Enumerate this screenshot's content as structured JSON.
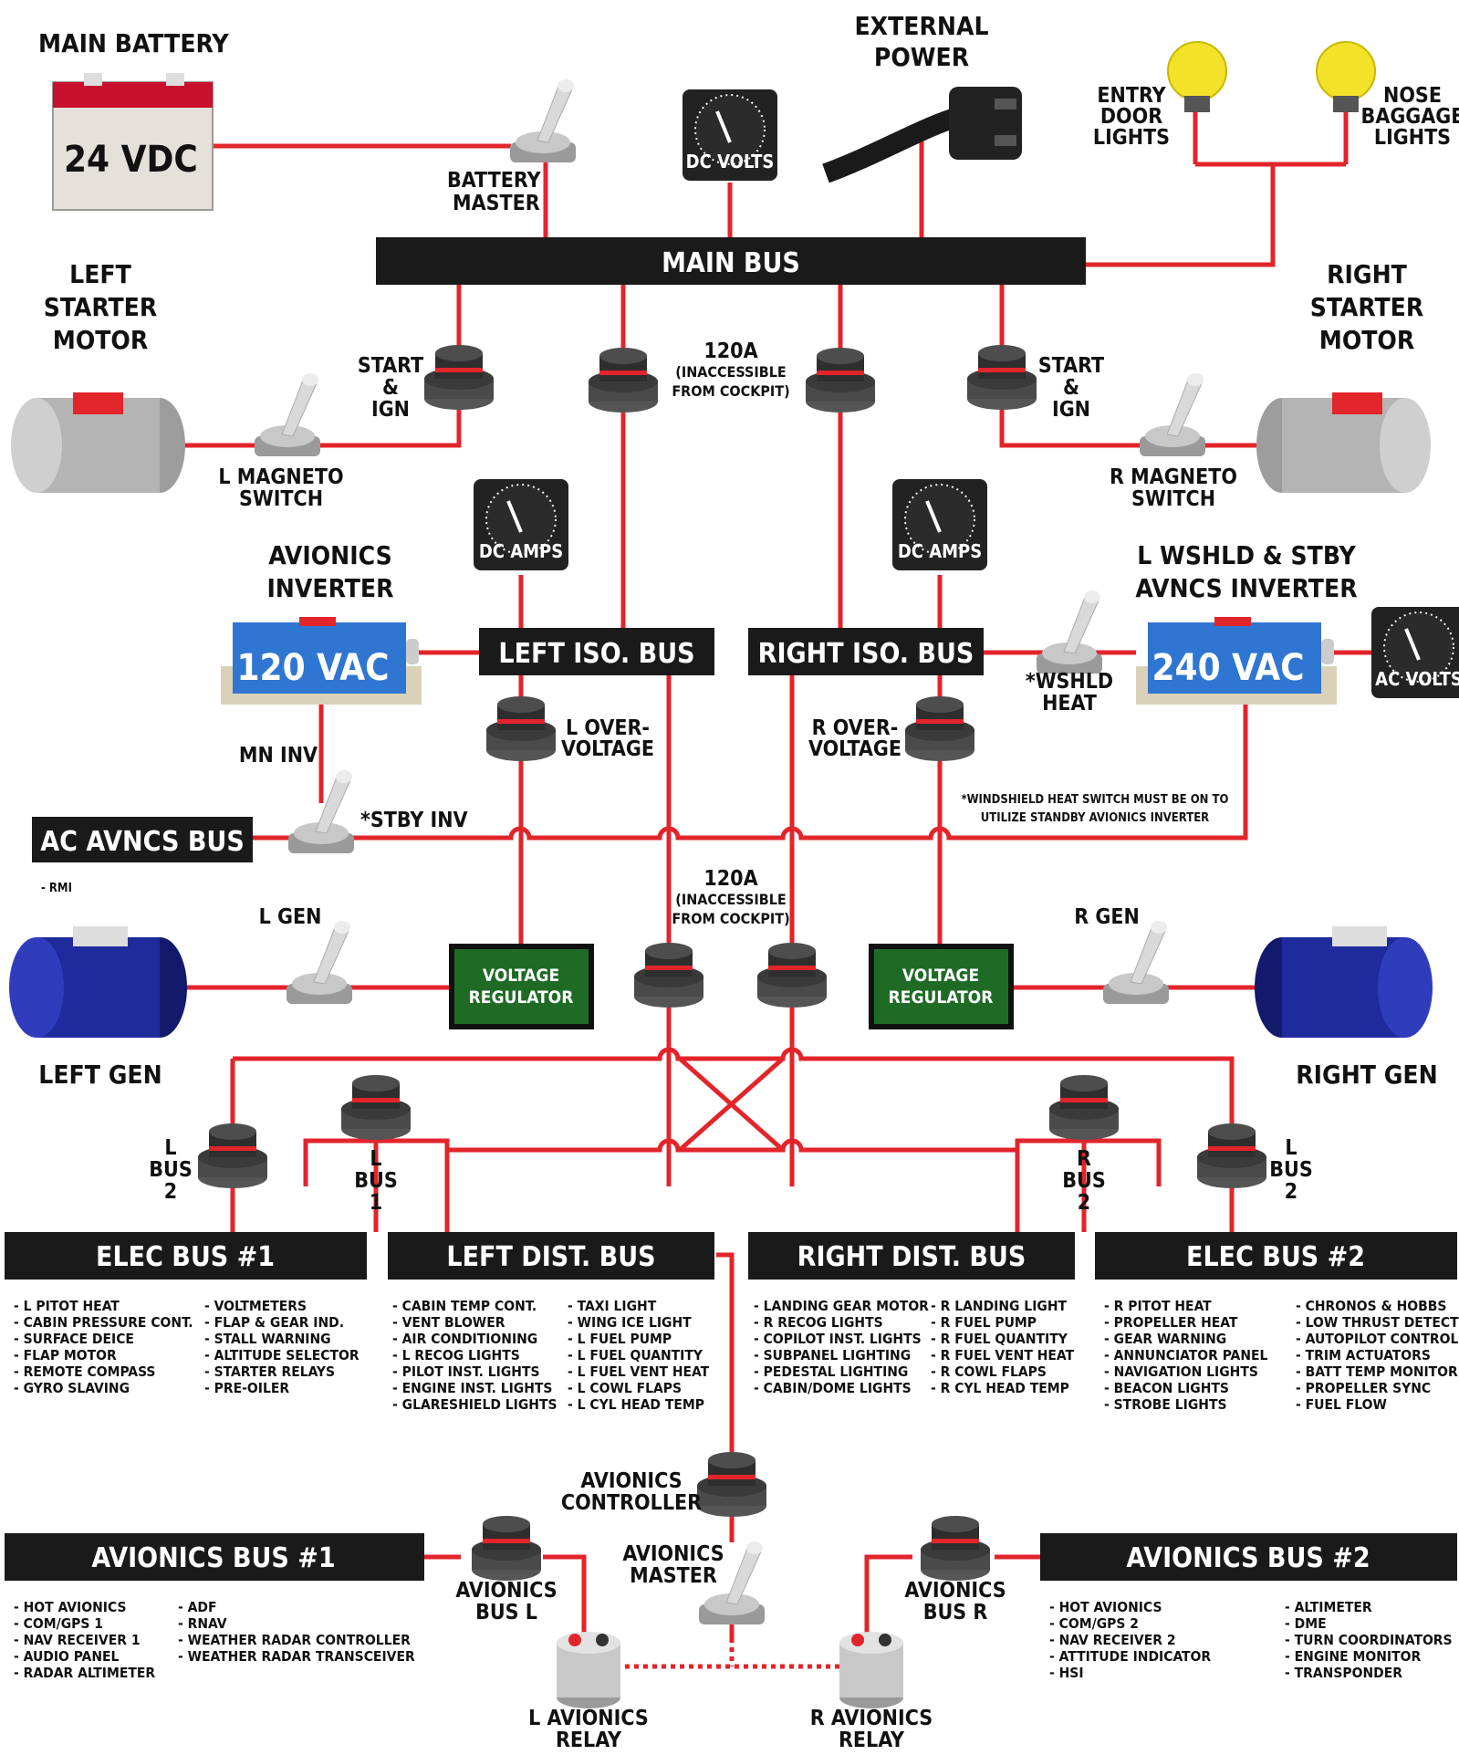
{
  "colors": {
    "wire": "#e2242b",
    "bus": "#1a1a1a",
    "inverter": "#2f76d2",
    "regulator": "#1f6b26",
    "battery_top": "#c8102e",
    "lamp": "#f3e12a"
  },
  "labels": {
    "main_battery": "MAIN BATTERY",
    "battery_voltage": "24 VDC",
    "battery_master": [
      "BATTERY",
      "MASTER"
    ],
    "dc_volts": "DC VOLTS",
    "external_power": [
      "EXTERNAL",
      "POWER"
    ],
    "entry_door_lights": [
      "ENTRY",
      "DOOR",
      "LIGHTS"
    ],
    "nose_baggage_lights": [
      "NOSE",
      "BAGGAGE",
      "LIGHTS"
    ],
    "left_starter_motor": [
      "LEFT",
      "STARTER",
      "MOTOR"
    ],
    "right_starter_motor": [
      "RIGHT",
      "STARTER",
      "MOTOR"
    ],
    "start_ign_left": [
      "START",
      "&",
      "IGN"
    ],
    "start_ign_right": [
      "START",
      "&",
      "IGN"
    ],
    "cb_120a_top": [
      "120A",
      "(INACCESSIBLE",
      "FROM COCKPIT)"
    ],
    "cb_120a_mid": [
      "120A",
      "(INACCESSIBLE",
      "FROM COCKPIT)"
    ],
    "l_magneto_switch": [
      "L MAGNETO",
      "SWITCH"
    ],
    "r_magneto_switch": [
      "R MAGNETO",
      "SWITCH"
    ],
    "dc_amps_left": "DC AMPS",
    "dc_amps_right": "DC AMPS",
    "avionics_inverter": [
      "AVIONICS",
      "INVERTER"
    ],
    "avionics_inverter_voltage": "120 VAC",
    "wshld_inverter": [
      "L WSHLD & STBY",
      "AVNCS INVERTER"
    ],
    "wshld_inverter_voltage": "240 VAC",
    "ac_volts": "AC VOLTS",
    "wshld_heat": [
      "*WSHLD",
      "HEAT"
    ],
    "l_overvoltage": [
      "L OVER-",
      "VOLTAGE"
    ],
    "r_overvoltage": [
      "R OVER-",
      "VOLTAGE"
    ],
    "mn_inv": "MN INV",
    "stby_inv": "*STBY INV",
    "windshield_note": [
      "*WINDSHIELD HEAT SWITCH MUST BE ON TO",
      "UTILIZE STANDBY AVIONICS INVERTER"
    ],
    "rmi": "- RMI",
    "l_gen_switch": "L GEN",
    "r_gen_switch": "R GEN",
    "voltage_regulator_left": [
      "VOLTAGE",
      "REGULATOR"
    ],
    "voltage_regulator_right": [
      "VOLTAGE",
      "REGULATOR"
    ],
    "left_gen": "LEFT GEN",
    "right_gen": "RIGHT GEN",
    "l_bus_2": [
      "L",
      "BUS",
      "2"
    ],
    "l_bus_1": [
      "L",
      "BUS",
      "1"
    ],
    "r_bus_2": [
      "R",
      "BUS",
      "2"
    ],
    "l_bus_2_right": [
      "L",
      "BUS",
      "2"
    ],
    "avionics_controller": [
      "AVIONICS",
      "CONTROLLER"
    ],
    "avionics_master": [
      "AVIONICS",
      "MASTER"
    ],
    "avionics_bus_l": [
      "AVIONICS",
      "BUS L"
    ],
    "avionics_bus_r": [
      "AVIONICS",
      "BUS R"
    ],
    "l_avionics_relay": [
      "L AVIONICS",
      "RELAY"
    ],
    "r_avionics_relay": [
      "R AVIONICS",
      "RELAY"
    ]
  },
  "buses": {
    "main_bus": "MAIN BUS",
    "left_iso_bus": "LEFT ISO. BUS",
    "right_iso_bus": "RIGHT ISO. BUS",
    "ac_avncs_bus": "AC AVNCS BUS",
    "elec_bus_1": "ELEC BUS #1",
    "left_dist_bus": "LEFT DIST. BUS",
    "right_dist_bus": "RIGHT DIST. BUS",
    "elec_bus_2": "ELEC BUS #2",
    "avionics_bus_1": "AVIONICS BUS #1",
    "avionics_bus_2": "AVIONICS BUS #2"
  },
  "loads": {
    "elec_bus_1_a": [
      "- L PITOT HEAT",
      "- CABIN PRESSURE CONT.",
      "- SURFACE DEICE",
      "- FLAP MOTOR",
      "- REMOTE COMPASS",
      "- GYRO SLAVING"
    ],
    "elec_bus_1_b": [
      "- VOLTMETERS",
      "- FLAP & GEAR IND.",
      "- STALL WARNING",
      "- ALTITUDE SELECTOR",
      "- STARTER RELAYS",
      "- PRE-OILER"
    ],
    "left_dist_a": [
      "- CABIN TEMP CONT.",
      "- VENT BLOWER",
      "- AIR CONDITIONING",
      "- L RECOG LIGHTS",
      "- PILOT INST. LIGHTS",
      "- ENGINE INST. LIGHTS",
      "- GLARESHIELD LIGHTS"
    ],
    "left_dist_b": [
      "- TAXI LIGHT",
      "- WING ICE LIGHT",
      "- L FUEL PUMP",
      "- L FUEL QUANTITY",
      "- L FUEL VENT HEAT",
      "- L COWL FLAPS",
      "- L CYL HEAD TEMP"
    ],
    "right_dist_a": [
      "- LANDING GEAR MOTOR",
      "- R RECOG LIGHTS",
      "- COPILOT INST. LIGHTS",
      "- SUBPANEL LIGHTING",
      "- PEDESTAL LIGHTING",
      "- CABIN/DOME LIGHTS"
    ],
    "right_dist_b": [
      "- R LANDING LIGHT",
      "- R FUEL PUMP",
      "- R FUEL QUANTITY",
      "- R FUEL VENT HEAT",
      "- R COWL FLAPS",
      "- R CYL HEAD TEMP"
    ],
    "elec_bus_2_a": [
      "- R PITOT HEAT",
      "- PROPELLER HEAT",
      "- GEAR WARNING",
      "- ANNUNCIATOR PANEL",
      "- NAVIGATION LIGHTS",
      "- BEACON LIGHTS",
      "- STROBE LIGHTS"
    ],
    "elec_bus_2_b": [
      "- CHRONOS & HOBBS",
      "- LOW THRUST DETECT",
      "- AUTOPILOT CONTROL",
      "- TRIM ACTUATORS",
      "- BATT TEMP MONITOR",
      "- PROPELLER SYNC",
      "- FUEL FLOW"
    ],
    "avionics_1_a": [
      "- HOT AVIONICS",
      "- COM/GPS 1",
      "- NAV RECEIVER 1",
      "- AUDIO PANEL",
      "- RADAR ALTIMETER"
    ],
    "avionics_1_b": [
      "- ADF",
      "- RNAV",
      "- WEATHER RADAR CONTROLLER",
      "- WEATHER RADAR TRANSCEIVER"
    ],
    "avionics_2_a": [
      "- HOT AVIONICS",
      "- COM/GPS 2",
      "- NAV RECEIVER 2",
      "- ATTITUDE INDICATOR",
      "- HSI"
    ],
    "avionics_2_b": [
      "- ALTIMETER",
      "- DME",
      "- TURN COORDINATORS",
      "- ENGINE MONITOR",
      "- TRANSPONDER"
    ]
  }
}
